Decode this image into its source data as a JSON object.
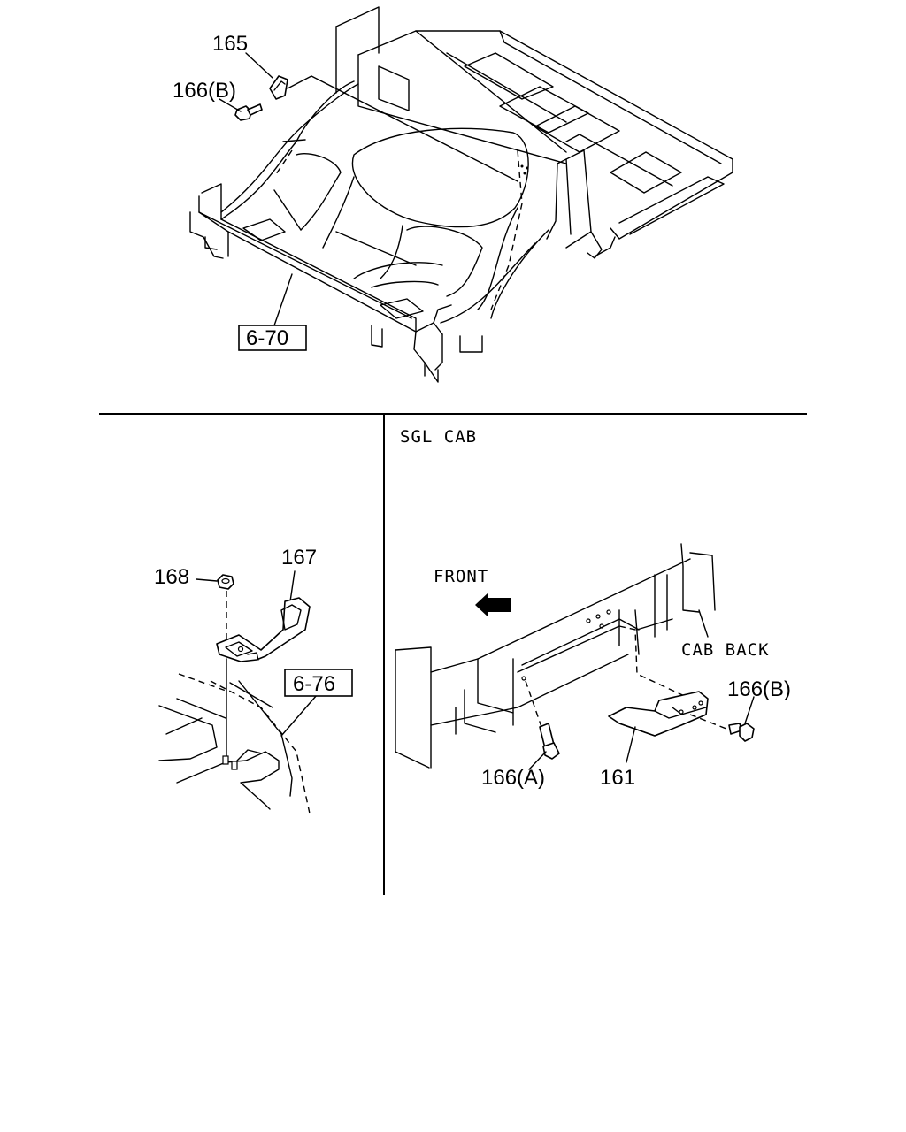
{
  "top_view": {
    "callouts": {
      "c165": "165",
      "c166b": "166(B)"
    },
    "ref_box": "6-70"
  },
  "left_detail": {
    "callouts": {
      "c168": "168",
      "c167": "167"
    },
    "ref_box": "6-76"
  },
  "right_detail": {
    "section_title": "SGL CAB",
    "front_label": "FRONT",
    "cab_back_label": "CAB BACK",
    "callouts": {
      "c166b": "166(B)",
      "c166a": "166(A)",
      "c161": "161"
    }
  }
}
